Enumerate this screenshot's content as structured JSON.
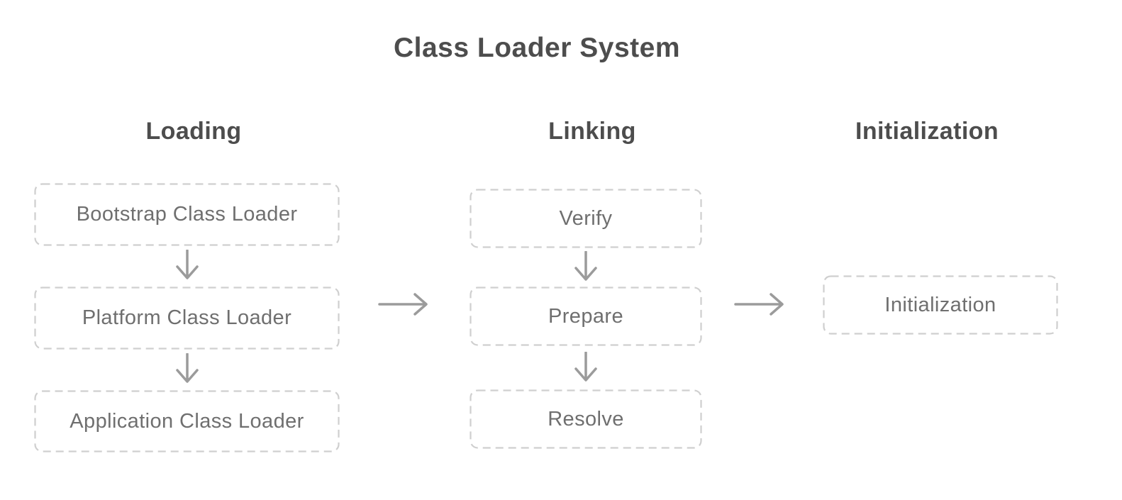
{
  "title": "Class Loader System",
  "columns": [
    {
      "header": "Loading",
      "boxes": [
        {
          "label": "Bootstrap Class Loader"
        },
        {
          "label": "Platform Class Loader"
        },
        {
          "label": "Application Class Loader"
        }
      ]
    },
    {
      "header": "Linking",
      "boxes": [
        {
          "label": "Verify"
        },
        {
          "label": "Prepare"
        },
        {
          "label": "Resolve"
        }
      ]
    },
    {
      "header": "Initialization",
      "boxes": [
        {
          "label": "Initialization"
        }
      ]
    }
  ],
  "icons": {
    "down_arrow": "↓",
    "right_arrow": "→"
  },
  "colors": {
    "background": "#ffffff",
    "heading_text": "#4d4d4d",
    "node_text": "#6f6f6f",
    "node_border": "#cfcfcf",
    "arrow": "#9b9b9b"
  }
}
